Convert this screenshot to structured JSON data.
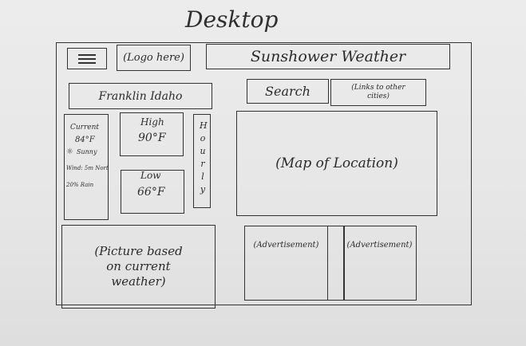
{
  "page_title": "Desktop",
  "header": {
    "menu_icon": "hamburger-menu-icon",
    "logo_label": "(Logo here)",
    "site_title": "Sunshower Weather"
  },
  "location": {
    "name": "Franklin Idaho"
  },
  "current": {
    "label": "Current",
    "temp": "84°F",
    "condition": "Sunny",
    "wind": "Wind: 5m Nort",
    "rain": "20% Rain"
  },
  "high": {
    "label": "High",
    "value": "90°F"
  },
  "low": {
    "label": "Low",
    "value": "66°F"
  },
  "hourly": {
    "label": "Hourly"
  },
  "search": {
    "label": "Search"
  },
  "links": {
    "label": "(Links to other cities)"
  },
  "map": {
    "label": "(Map of Location)"
  },
  "picture": {
    "label": "(Picture based on current weather)"
  },
  "ads": [
    {
      "label": "(Advertisement)"
    },
    {
      "label": "(Advertisement)"
    }
  ]
}
